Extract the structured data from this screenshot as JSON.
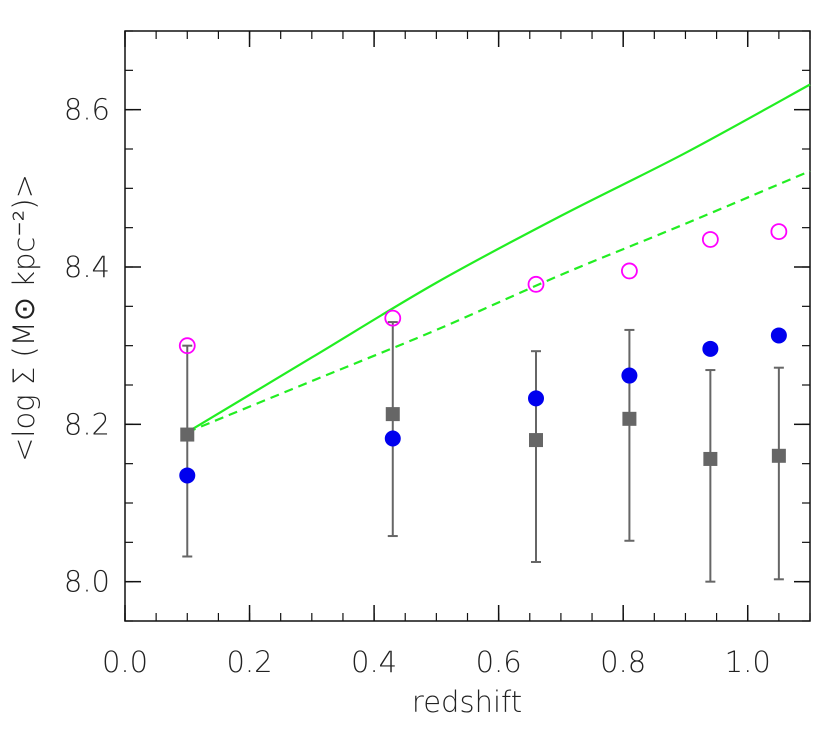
{
  "chart_data": {
    "type": "scatter",
    "title": "",
    "xlabel": "redshift",
    "ylabel": "<log Σ (M⊙ kpc⁻²)>",
    "xlim": [
      0.0,
      1.1
    ],
    "ylim": [
      7.95,
      8.7
    ],
    "x_ticks": [
      "0.0",
      "0.2",
      "0.4",
      "0.6",
      "0.8",
      "1.0"
    ],
    "y_ticks": [
      "8.0",
      "8.2",
      "8.4",
      "8.6"
    ],
    "grid": false,
    "legend": "none",
    "series": [
      {
        "marker": "open-circle",
        "color": "#ff00ff",
        "points": [
          {
            "x": 0.1,
            "y": 8.3
          },
          {
            "x": 0.43,
            "y": 8.335
          },
          {
            "x": 0.66,
            "y": 8.378
          },
          {
            "x": 0.81,
            "y": 8.395
          },
          {
            "x": 0.94,
            "y": 8.435
          },
          {
            "x": 1.05,
            "y": 8.445
          }
        ]
      },
      {
        "marker": "filled-circle",
        "color": "#0000ee",
        "points": [
          {
            "x": 0.1,
            "y": 8.135
          },
          {
            "x": 0.43,
            "y": 8.182
          },
          {
            "x": 0.66,
            "y": 8.233
          },
          {
            "x": 0.81,
            "y": 8.262
          },
          {
            "x": 0.94,
            "y": 8.296
          },
          {
            "x": 1.05,
            "y": 8.313
          }
        ]
      },
      {
        "marker": "filled-square",
        "color": "#666666",
        "error_bars": true,
        "points": [
          {
            "x": 0.1,
            "y": 8.187,
            "ylo": 8.032,
            "yhi": 8.3
          },
          {
            "x": 0.43,
            "y": 8.213,
            "ylo": 8.058,
            "yhi": 8.33
          },
          {
            "x": 0.66,
            "y": 8.18,
            "ylo": 8.025,
            "yhi": 8.293
          },
          {
            "x": 0.81,
            "y": 8.207,
            "ylo": 8.052,
            "yhi": 8.32
          },
          {
            "x": 0.94,
            "y": 8.156,
            "ylo": 8.0,
            "yhi": 8.269
          },
          {
            "x": 1.05,
            "y": 8.16,
            "ylo": 8.003,
            "yhi": 8.272
          }
        ]
      }
    ],
    "curves": [
      {
        "style": "solid",
        "color": "#22ee22",
        "points": [
          {
            "x": 0.1,
            "y": 8.19
          },
          {
            "x": 0.3,
            "y": 8.285
          },
          {
            "x": 0.5,
            "y": 8.38
          },
          {
            "x": 0.7,
            "y": 8.465
          },
          {
            "x": 0.9,
            "y": 8.545
          },
          {
            "x": 1.1,
            "y": 8.632
          }
        ]
      },
      {
        "style": "dashed",
        "color": "#22ee22",
        "points": [
          {
            "x": 0.1,
            "y": 8.19
          },
          {
            "x": 0.3,
            "y": 8.255
          },
          {
            "x": 0.5,
            "y": 8.32
          },
          {
            "x": 0.7,
            "y": 8.39
          },
          {
            "x": 0.9,
            "y": 8.455
          },
          {
            "x": 1.1,
            "y": 8.522
          }
        ]
      }
    ]
  }
}
